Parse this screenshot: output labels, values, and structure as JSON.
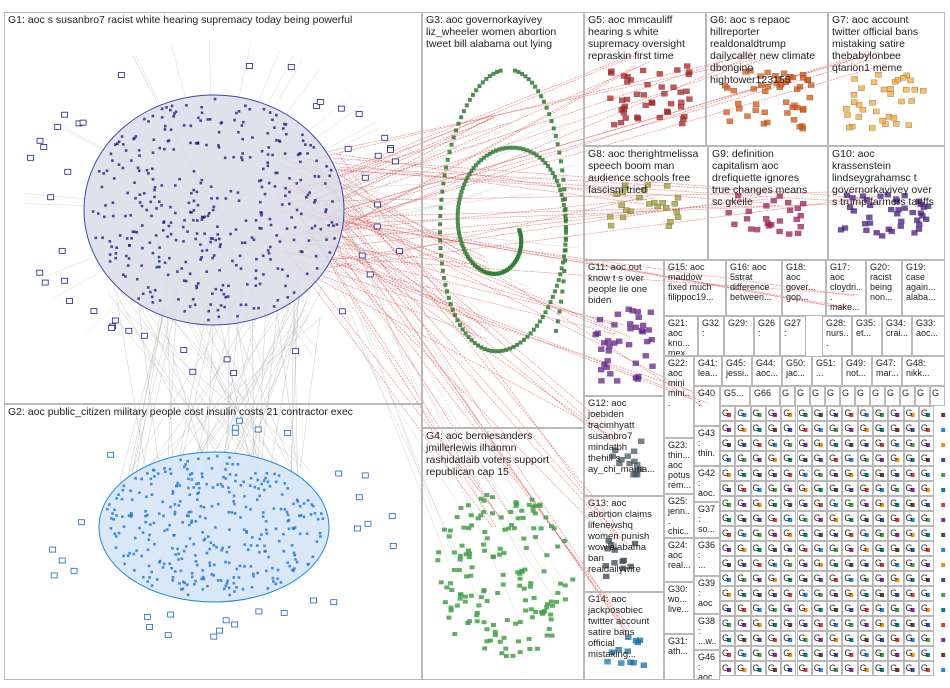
{
  "diagram": {
    "title": "",
    "groups": [
      {
        "id": "G1",
        "label": "G1: aoc s susanbro7 racist white hearing supremacy today being powerful",
        "color": "#1a237e"
      },
      {
        "id": "G2",
        "label": "G2: aoc public_citizen military people cost insulin costs 21 contractor exec",
        "color": "#1565c0"
      },
      {
        "id": "G3",
        "label": "G3: aoc governorkayivey\nliz_wheeler women abortion\ntweet bill alabama out lying",
        "color": "#1b5e20"
      },
      {
        "id": "G4",
        "label": "G4: aoc berniesanders\njmillerlewis ilhanmn\nrashidatlaib voters support\nrepublican cap 15",
        "color": "#2e7d32"
      },
      {
        "id": "G5",
        "label": "G5: aoc mmcauliff\nhearing s white\nsupremacy oversight\nrepraskin first time",
        "color": "#b71c1c"
      },
      {
        "id": "G6",
        "label": "G6: aoc s repaoc\nhillreporter\nrealdonaldtrump\ndailycaller new climate\ndbongino\nhightower123155",
        "color": "#e65100"
      },
      {
        "id": "G7",
        "label": "G7: aoc account\ntwitter official bans\nmistaking satire\nthebabylonbee\nqtarion1 meme",
        "color": "#f9a825"
      },
      {
        "id": "G8",
        "label": "G8: aoc therightmelissa\nspeech boom man\naudience schools free\nfascism tried",
        "color": "#9e9d24"
      },
      {
        "id": "G9",
        "label": "G9: definition\ncapitalism aoc\ndrefiquette ignores\ntrue changes means\nsc gkeile",
        "color": "#ad1457"
      },
      {
        "id": "G10",
        "label": "G10: aoc\nkrassenstein\nlindseygrahamsc t\ngovernorkayivey over\ns trump farmers tariffs",
        "color": "#4a148c"
      },
      {
        "id": "G11",
        "label": "G11: aoc out\nknow t s over\npeople lie one\nbiden",
        "color": "#6a1b9a"
      },
      {
        "id": "G12",
        "label": "G12: aoc\njoebiden\ntracimhyatt\nsusanbro7\nmindatbh\nthehill s\nay_chi_mama...",
        "color": "#455a64"
      },
      {
        "id": "G13",
        "label": "G13: aoc\nabortion claims\nlifenewshq\nwomen punish\nwow alabama\nban\nrealdailywire",
        "color": "#37474f"
      },
      {
        "id": "G14",
        "label": "G14: aoc\njackposobiec\ntwitter account\nsatire bans\nofficial\nmistaking...",
        "color": "#0277bd"
      },
      {
        "id": "G15",
        "label": "G15: aoc\nmaddow\nfixed much\nfilippoc19...",
        "color": "#555"
      },
      {
        "id": "G16",
        "label": "G16: aoc\n5strat\ndifference\nbetween...",
        "color": "#555"
      },
      {
        "id": "G17",
        "label": "G17:\naoc\ncloydri...\nmake...",
        "color": "#555"
      },
      {
        "id": "G18",
        "label": "G18:\naoc\ngover...\ngop...",
        "color": "#555"
      },
      {
        "id": "G19",
        "label": "G19:\ncase\nagain...\nalaba...",
        "color": "#555"
      },
      {
        "id": "G20",
        "label": "G20:\nracist\nbeing\nnon...",
        "color": "#555"
      },
      {
        "id": "G21",
        "label": "G21:\naoc\nkno...\nmex...",
        "color": "#555"
      },
      {
        "id": "G22",
        "label": "G22:\naoc\nmini\nmini...",
        "color": "#555"
      },
      {
        "id": "G23",
        "label": "G23:\nthin...\naoc\npotus\nrem...",
        "color": "#555"
      },
      {
        "id": "G24",
        "label": "G24:\naoc\nreal...",
        "color": "#555"
      },
      {
        "id": "G25",
        "label": "G25:\njenn...\nchic...",
        "color": "#555"
      },
      {
        "id": "G26",
        "label": "G26:",
        "color": "#555"
      },
      {
        "id": "G27",
        "label": "G27:",
        "color": "#555"
      },
      {
        "id": "G28",
        "label": "G28:\nnurs...",
        "color": "#555"
      },
      {
        "id": "G29",
        "label": "G29:",
        "color": "#555"
      },
      {
        "id": "G30",
        "label": "G30:\nwo...\nlive...",
        "color": "#555"
      },
      {
        "id": "G31",
        "label": "G31:\nath...",
        "color": "#555"
      },
      {
        "id": "G32",
        "label": "G32:",
        "color": "#555"
      },
      {
        "id": "G33",
        "label": "G33:\naoc...",
        "color": "#555"
      },
      {
        "id": "G34",
        "label": "G34:\ncrai...",
        "color": "#555"
      },
      {
        "id": "G35",
        "label": "G35:\net...",
        "color": "#555"
      },
      {
        "id": "G36",
        "label": "G36:\n...",
        "color": "#555"
      },
      {
        "id": "G37",
        "label": "G37:\nso...",
        "color": "#555"
      },
      {
        "id": "G38",
        "label": "G38:\n...w...",
        "color": "#555"
      },
      {
        "id": "G39",
        "label": "G39:\naoc",
        "color": "#555"
      },
      {
        "id": "G40",
        "label": "G40:",
        "color": "#555"
      },
      {
        "id": "G41",
        "label": "G41:\nlea...",
        "color": "#555"
      },
      {
        "id": "G42",
        "label": "G42:\naoc...",
        "color": "#555"
      },
      {
        "id": "G43",
        "label": "G43:\nthin...",
        "color": "#555"
      },
      {
        "id": "G44",
        "label": "G44:\naoc...",
        "color": "#555"
      },
      {
        "id": "G45",
        "label": "G45:\njessi...",
        "color": "#555"
      },
      {
        "id": "G46",
        "label": "G46:\naoc...",
        "color": "#555"
      },
      {
        "id": "G47",
        "label": "G47:\nmar...",
        "color": "#555"
      },
      {
        "id": "G48",
        "label": "G48:\nnikk...",
        "color": "#555"
      },
      {
        "id": "G49",
        "label": "G49:\nnot...",
        "color": "#555"
      },
      {
        "id": "G50",
        "label": "G50:\njac...",
        "color": "#555"
      },
      {
        "id": "G51",
        "label": "G51:\n...",
        "color": "#555"
      },
      {
        "id": "G5x",
        "label": "G5...",
        "color": "#555"
      },
      {
        "id": "G66",
        "label": "G66",
        "color": "#555"
      },
      {
        "id": "Gsm",
        "label": "G",
        "color": "#555"
      }
    ]
  }
}
